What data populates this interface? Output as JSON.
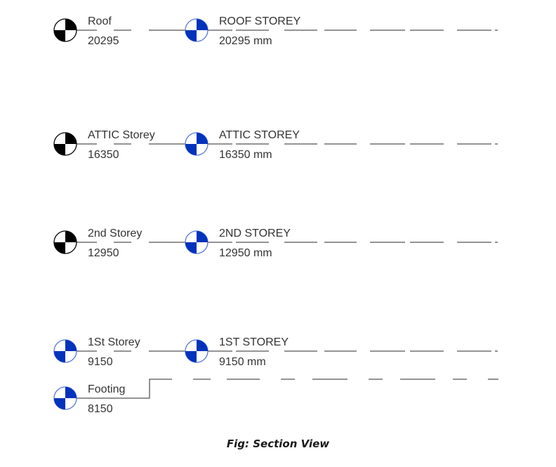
{
  "colors": {
    "black_marker": "#000000",
    "blue_marker": "#0033bb",
    "line": "#555555",
    "text": "#333333"
  },
  "levels": [
    {
      "name": "Roof",
      "elevation": "20295",
      "marker": "black",
      "name2": "ROOF STOREY",
      "elevation2": "20295 mm"
    },
    {
      "name": "ATTIC Storey",
      "elevation": "16350",
      "marker": "black",
      "name2": "ATTIC STOREY",
      "elevation2": "16350 mm"
    },
    {
      "name": "2nd Storey",
      "elevation": "12950",
      "marker": "black",
      "name2": "2ND STOREY",
      "elevation2": "12950 mm"
    },
    {
      "name": "1St Storey",
      "elevation": "9150",
      "marker": "blue",
      "name2": "1ST STOREY",
      "elevation2": "9150 mm"
    }
  ],
  "footing": {
    "name": "Footing",
    "elevation": "8150",
    "marker": "blue"
  },
  "caption": "Fig: Section View"
}
